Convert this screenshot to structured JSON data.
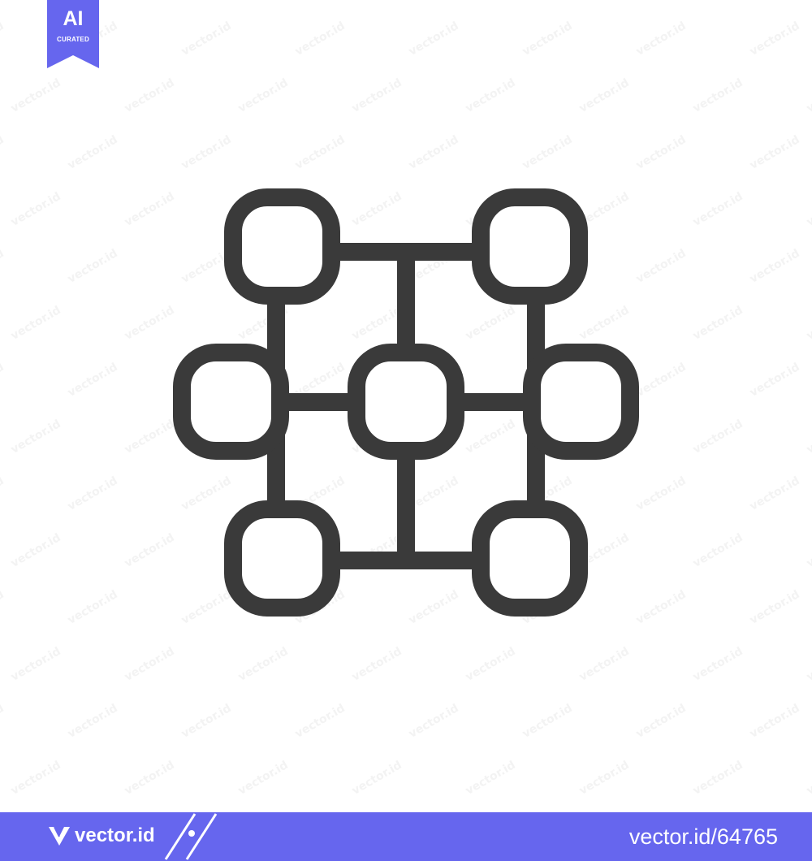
{
  "badge": {
    "main_label": "AI",
    "sub_label": "CURATED",
    "color": "#6666ee"
  },
  "watermark": {
    "text": "vector.id"
  },
  "icon": {
    "name": "network-grid-icon",
    "stroke_color": "#3a3a3a"
  },
  "footer": {
    "background": "#6666ee",
    "logo_text": "vector.id",
    "image_id": "vector.id/64765"
  }
}
